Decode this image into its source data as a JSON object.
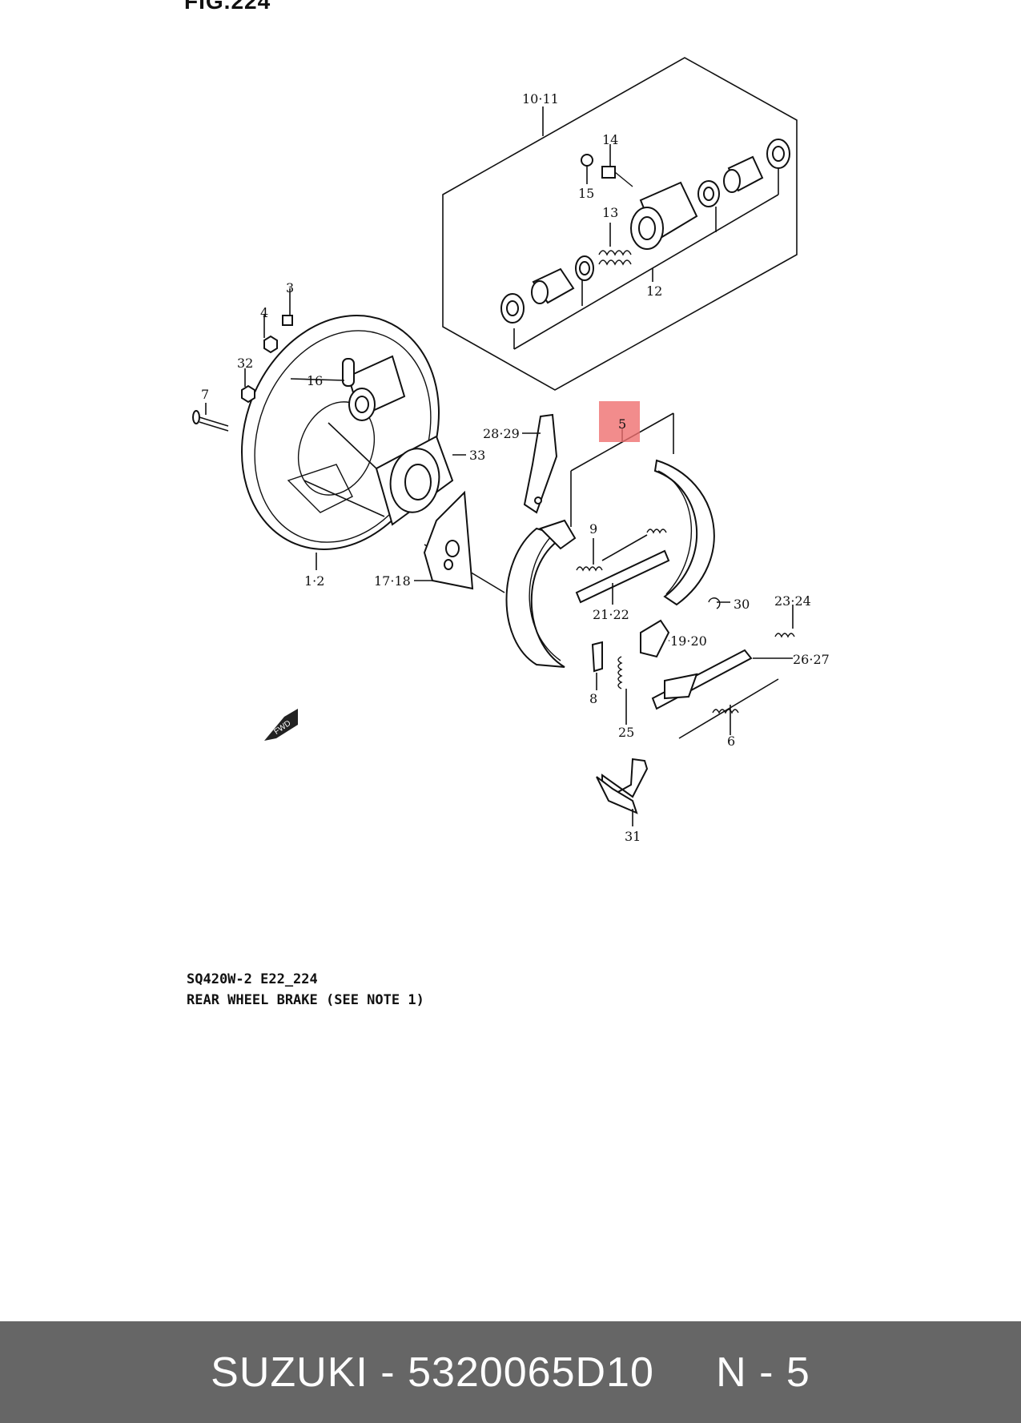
{
  "figure_title": "FIG.224",
  "callouts": {
    "c10_11": "10·11",
    "c14": "14",
    "c15": "15",
    "c13": "13",
    "c12": "12",
    "c3": "3",
    "c4": "4",
    "c32": "32",
    "c16": "16",
    "c7": "7",
    "c28_29": "28·29",
    "c5": "5",
    "c33": "33",
    "c9": "9",
    "c1_2": "1·2",
    "c17_18": "17·18",
    "c21_22": "21·22",
    "c30": "30",
    "c23_24": "23·24",
    "c19_20": "19·20",
    "c26_27": "26·27",
    "c8": "8",
    "c25": "25",
    "c6": "6",
    "c31": "31",
    "fwd": "FWD"
  },
  "highlighted_part": "5",
  "caption_line_1": "SQ420W-2 E22_224",
  "caption_line_2": "REAR WHEEL BRAKE (SEE NOTE 1)",
  "footer": {
    "brand": "SUZUKI",
    "separator": " - ",
    "part_number": "5320065D10",
    "gap": "     ",
    "note": "N - 5"
  },
  "colors": {
    "highlight": "#ef6f6f",
    "footer_bg": "#666666",
    "footer_text": "#ffffff"
  }
}
